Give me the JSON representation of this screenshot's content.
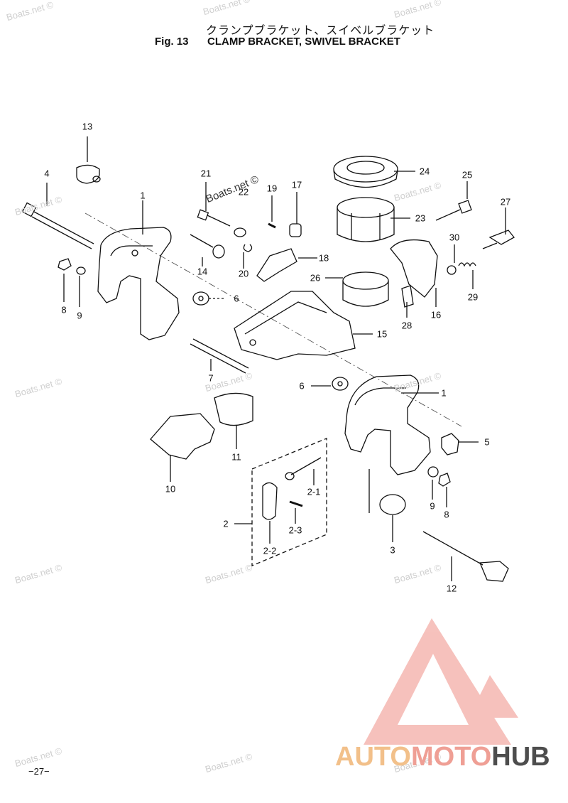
{
  "header": {
    "title_jp": "クランプブラケット、スイベルブラケット",
    "fig_label": "Fig. 13",
    "title_en": "CLAMP BRACKET, SWIVEL BRACKET"
  },
  "callouts": {
    "c13": "13",
    "c4": "4",
    "c1a": "1",
    "c21": "21",
    "c22": "22",
    "c19": "19",
    "c17": "17",
    "c24": "24",
    "c25": "25",
    "c27": "27",
    "c23": "23",
    "c14": "14",
    "c20": "20",
    "c18": "18",
    "c30": "30",
    "c29": "29",
    "c26": "26",
    "c16": "16",
    "c28": "28",
    "c6a": "6",
    "c15": "15",
    "c8a": "8",
    "c9a": "9",
    "c7": "7",
    "c6b": "6",
    "c1b": "1",
    "c5": "5",
    "c11": "11",
    "c10": "10",
    "c2_1": "2-1",
    "c9b": "9",
    "c8b": "8",
    "c2": "2",
    "c2_3": "2-3",
    "c3": "3",
    "c2_2": "2-2",
    "c12": "12"
  },
  "watermark": "Boats.net ©",
  "page_number": "−27−",
  "brand": {
    "part1": "AUTO",
    "part2": "MOTO",
    "part3": "HUB",
    "color1": "#f2c08a",
    "color2": "#ef9f95",
    "color3": "#4d4d4d"
  }
}
